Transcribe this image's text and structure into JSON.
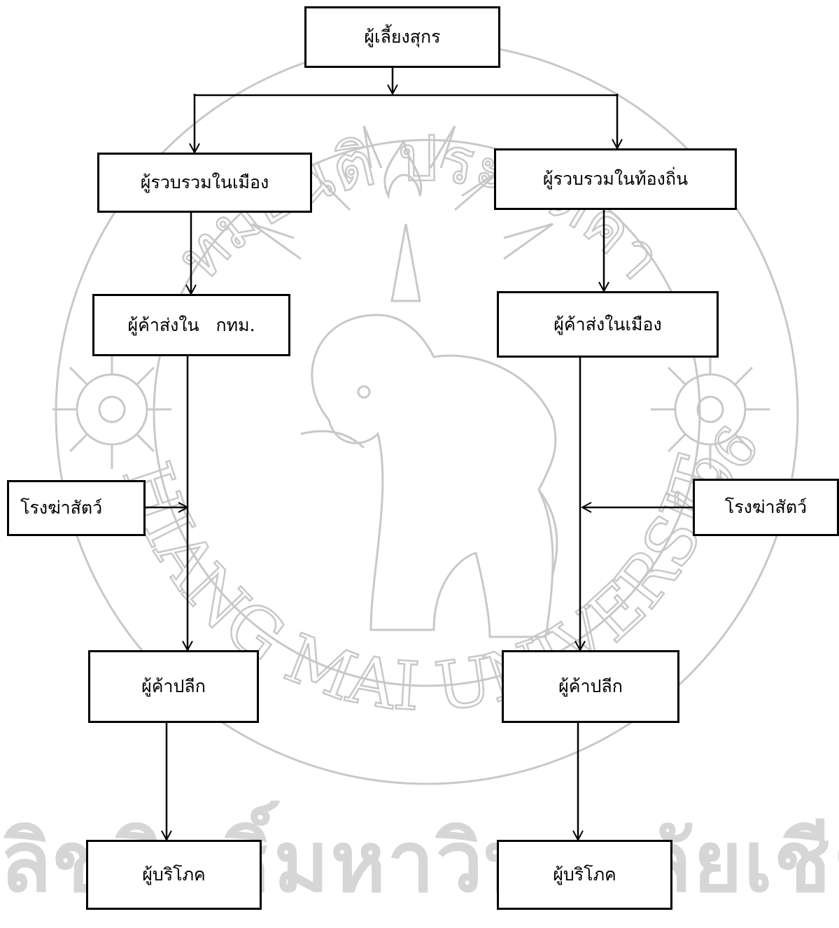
{
  "watermark": {
    "seal_top_text": "ทมยันติ ประพิติคา",
    "seal_bottom_text": "CHIANG MAI UNIVERSITY",
    "seal_year": "196",
    "band_text": "ลิขสิทธิ์มหาวิทยาลัยเชียงใหม่"
  },
  "nodes": {
    "farmer": "ผู้เลี้ยงสุกร",
    "city_collector": "ผู้รวบรวมในเมือง",
    "local_collector": "ผู้รวบรวมในท้องถิ่น",
    "bkk_wholesaler": "ผู้ค้าส่งใน   กทม.",
    "city_wholesaler": "ผู้ค้าส่งในเมือง",
    "slaughterhouse_left": "โรงฆ่าสัตว์",
    "slaughterhouse_right": "โรงฆ่าสัตว์",
    "retailer_left": "ผู้ค้าปลีก",
    "retailer_right": "ผู้ค้าปลีก",
    "consumer_left": "ผู้บริโภค",
    "consumer_right": "ผู้บริโภค"
  }
}
